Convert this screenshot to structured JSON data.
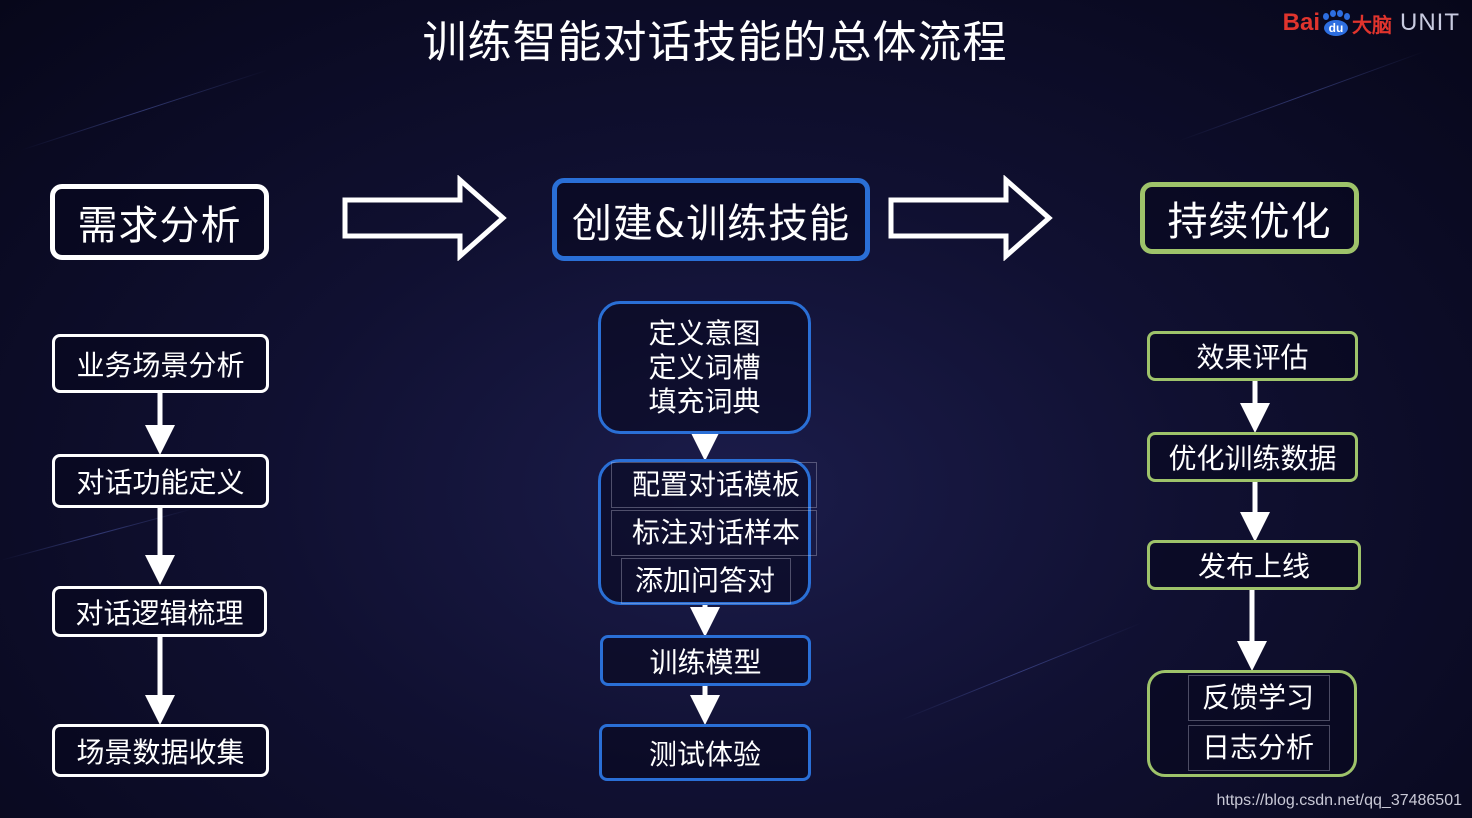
{
  "title": "训练智能对话技能的总体流程",
  "logo": {
    "bai": "Bai",
    "du": "du",
    "da": "大脑",
    "unit": "UNIT"
  },
  "watermark": "https://blog.csdn.net/qq_37486501",
  "columns": [
    {
      "header": "需求分析",
      "steps": [
        "业务场景分析",
        "对话功能定义",
        "对话逻辑梳理",
        "场景数据收集"
      ]
    },
    {
      "header": "创建&训练技能",
      "block1": [
        "定义意图",
        "定义词槽",
        "填充词典"
      ],
      "block2": [
        "配置对话模板",
        "标注对话样本",
        "添加问答对"
      ],
      "steps": [
        "训练模型",
        "测试体验"
      ]
    },
    {
      "header": "持续优化",
      "steps": [
        "效果评估",
        "优化训练数据",
        "发布上线"
      ],
      "block": [
        "反馈学习",
        "日志分析"
      ]
    }
  ],
  "colors": {
    "column1": "#ffffff",
    "column2": "#2a6fd6",
    "column3": "#9ec36a",
    "background": "#101031"
  }
}
